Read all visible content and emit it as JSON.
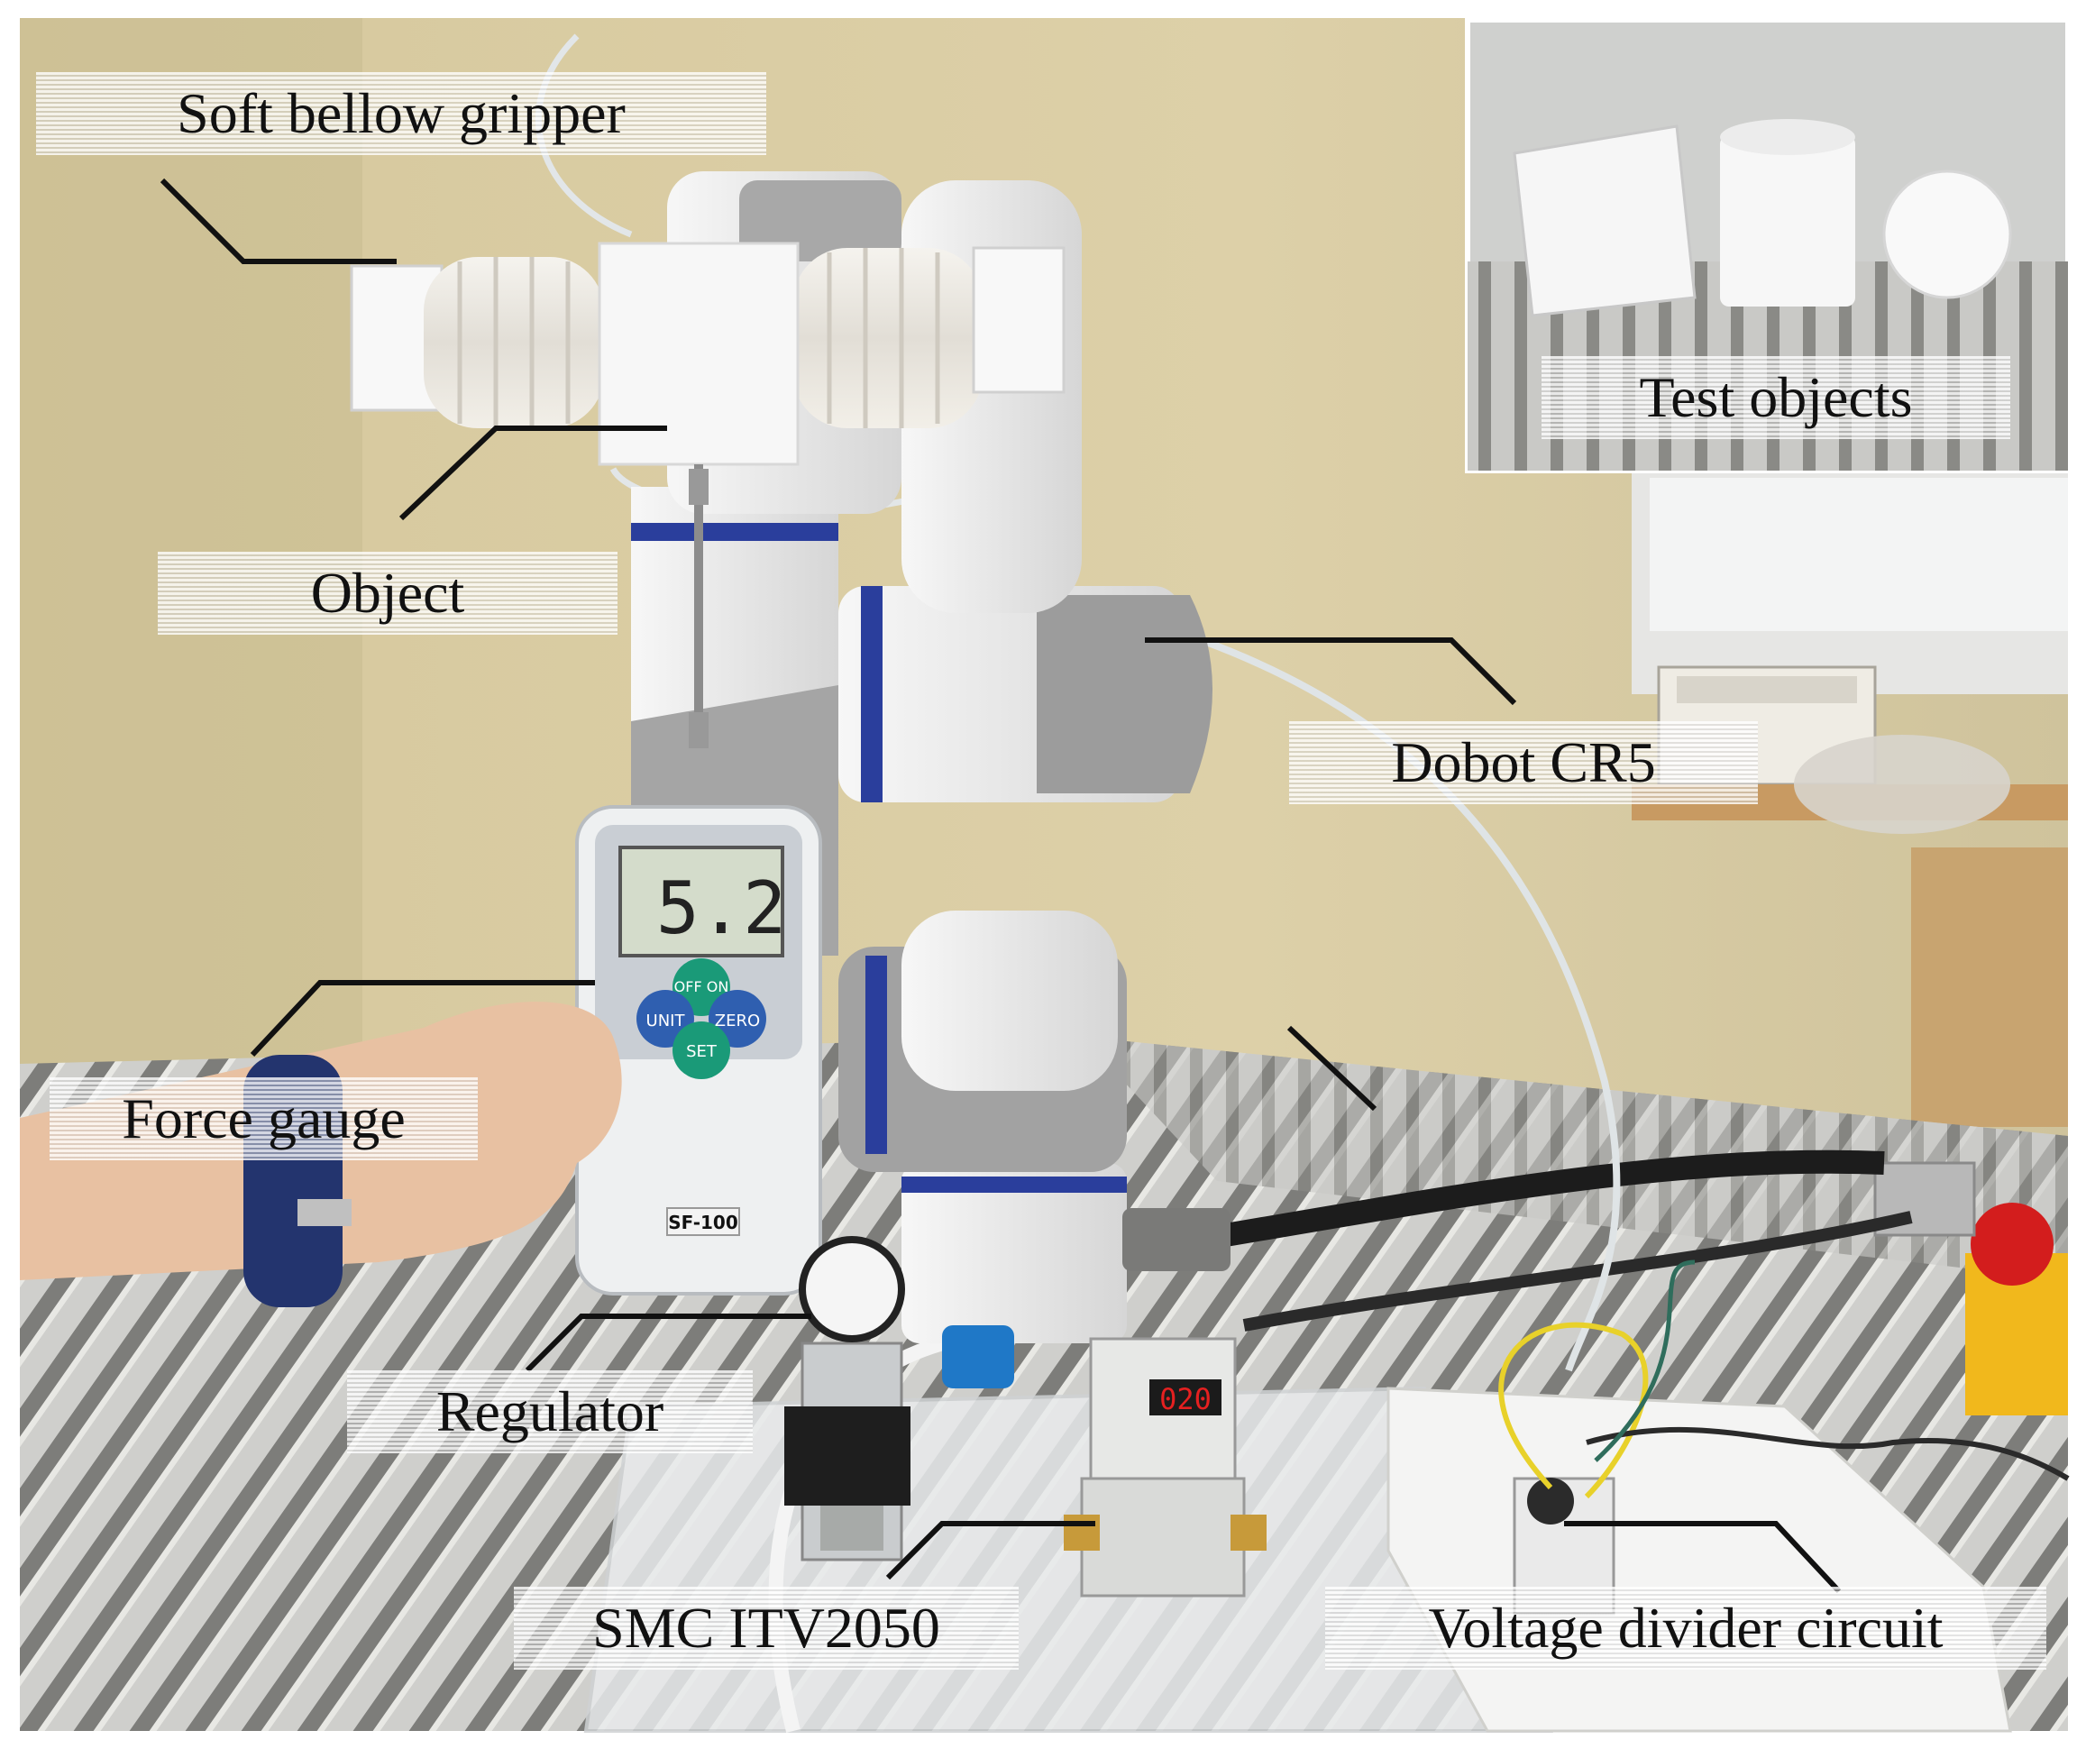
{
  "labels": {
    "soft_bellow_gripper": "Soft bellow gripper",
    "object": "Object",
    "dobot": "Dobot CR5",
    "force_gauge": "Force gauge",
    "regulator": "Regulator",
    "smc": "SMC ITV2050",
    "voltage_divider": "Voltage divider circuit",
    "test_objects": "Test objects"
  },
  "gauge": {
    "reading": "5.2",
    "model": "SF-100",
    "buttons": {
      "off_on": "OFF\nON",
      "unit": "UNIT",
      "zero": "ZERO",
      "set": "SET"
    }
  },
  "smc_display": "020",
  "colors": {
    "wall": "#d9cca2",
    "robot_white": "#eeeeee",
    "robot_grey": "#9a9a9a",
    "accent_blue": "#2a3e9c",
    "gauge_green": "#1a9a78",
    "gauge_blue": "#2f5fb0",
    "led_red": "#e52020"
  }
}
